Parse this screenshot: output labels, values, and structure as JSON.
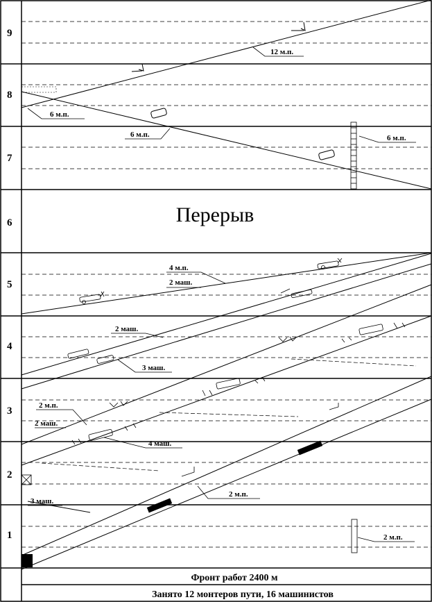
{
  "hours": [
    "1",
    "2",
    "3",
    "4",
    "5",
    "6",
    "7",
    "8",
    "9"
  ],
  "break_label": "Перерыв",
  "work_front": "Фронт работ 2400 м",
  "staff": "Занято 12 монтеров пути, 16 машинистов",
  "annotations": {
    "h9_crew": "12 м.п.",
    "h8_crew": "6 м.п.",
    "h7_crew_a": "6 м.п.",
    "h7_crew_b": "6 м.п.",
    "h5_crew": "4 м.п.",
    "h5_mach": "2 маш.",
    "h4_mach_a": "2 маш.",
    "h4_mach_b": "3 маш.",
    "h3_crew": "2 м.п.",
    "h3_mach": "2 маш.",
    "h3_mach_b": "4 маш.",
    "h2_crew": "2 м.п.",
    "h2_mach": "3 маш.",
    "h1_crew": "2 м.п."
  }
}
